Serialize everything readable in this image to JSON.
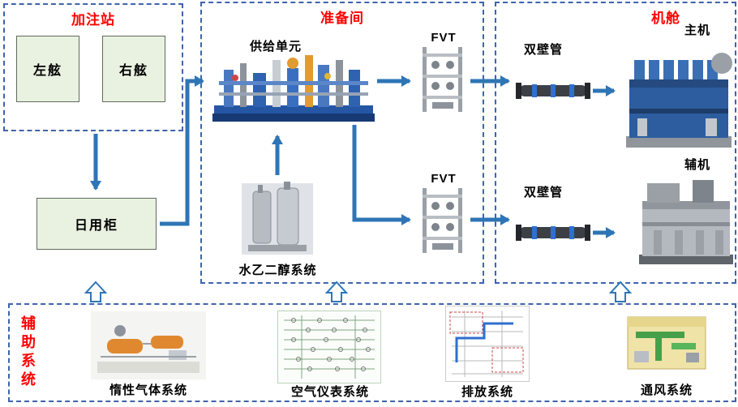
{
  "bunkering_station": {
    "title": "加注站",
    "port_label": "左舷",
    "starboard_label": "右舷"
  },
  "day_tank_label": "日用柜",
  "preparation_room": {
    "title": "准备间",
    "supply_unit_label": "供给单元",
    "water_glycol_label": "水乙二醇系统",
    "fvt_top_label": "FVT",
    "fvt_bottom_label": "FVT"
  },
  "engine_room": {
    "title": "机舱",
    "main_engine_label": "主机",
    "aux_engine_label": "辅机",
    "double_wall_pipe_top_label": "双壁管",
    "double_wall_pipe_bottom_label": "双壁管"
  },
  "auxiliary_systems": {
    "title": "辅助系统",
    "items": [
      {
        "label": "惰性气体系统"
      },
      {
        "label": "空气仪表系统"
      },
      {
        "label": "排放系统"
      },
      {
        "label": "通风系统"
      }
    ]
  },
  "colors": {
    "title_red": "#ff0000",
    "dashed_border_blue": "#3f63ad",
    "arrow_blue": "#2e75b6",
    "box_green_fill": "#e9f1e0"
  }
}
